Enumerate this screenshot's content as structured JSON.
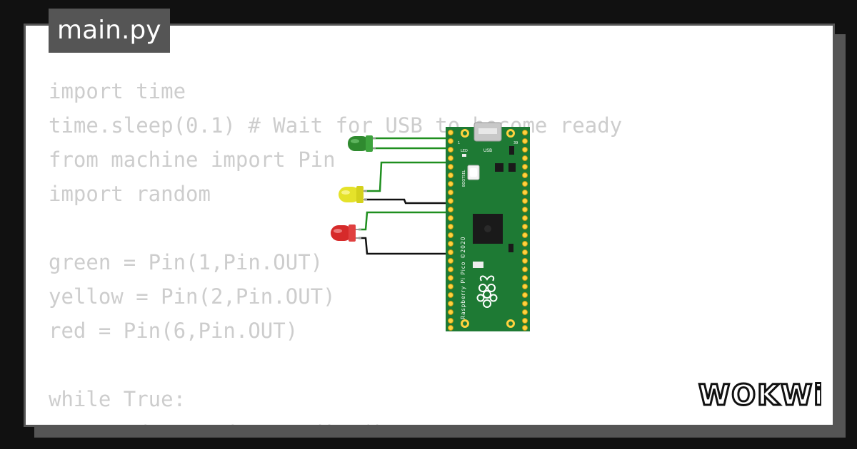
{
  "editor": {
    "filename": "main.py",
    "code_lines": [
      "import time",
      "time.sleep(0.1) # Wait for USB to become ready",
      "from machine import Pin",
      "import random",
      "",
      "green = Pin(1,Pin.OUT)",
      "yellow = Pin(2,Pin.OUT)",
      "red = Pin(6,Pin.OUT)",
      "",
      "while True:",
      "    rand = random.randint()"
    ]
  },
  "board": {
    "name": "Raspberry Pi Pico ©2020",
    "usb_label": "USB",
    "led_label": "LED",
    "bootsel_label": "BOOTSEL",
    "pin_label_left": "1",
    "pin_label_right": "39",
    "color": "#1e7a34"
  },
  "leds": [
    {
      "name": "green-led",
      "color": "#2f8a2f"
    },
    {
      "name": "yellow-led",
      "color": "#e5e22a"
    },
    {
      "name": "red-led",
      "color": "#d62a2a"
    }
  ],
  "brand": {
    "logo_text": "WOKWi"
  },
  "colors": {
    "background": "#111111",
    "card_border": "#555555",
    "code_text": "#cdcdcd",
    "wire_green": "#1f8f1f",
    "wire_black": "#111111"
  }
}
